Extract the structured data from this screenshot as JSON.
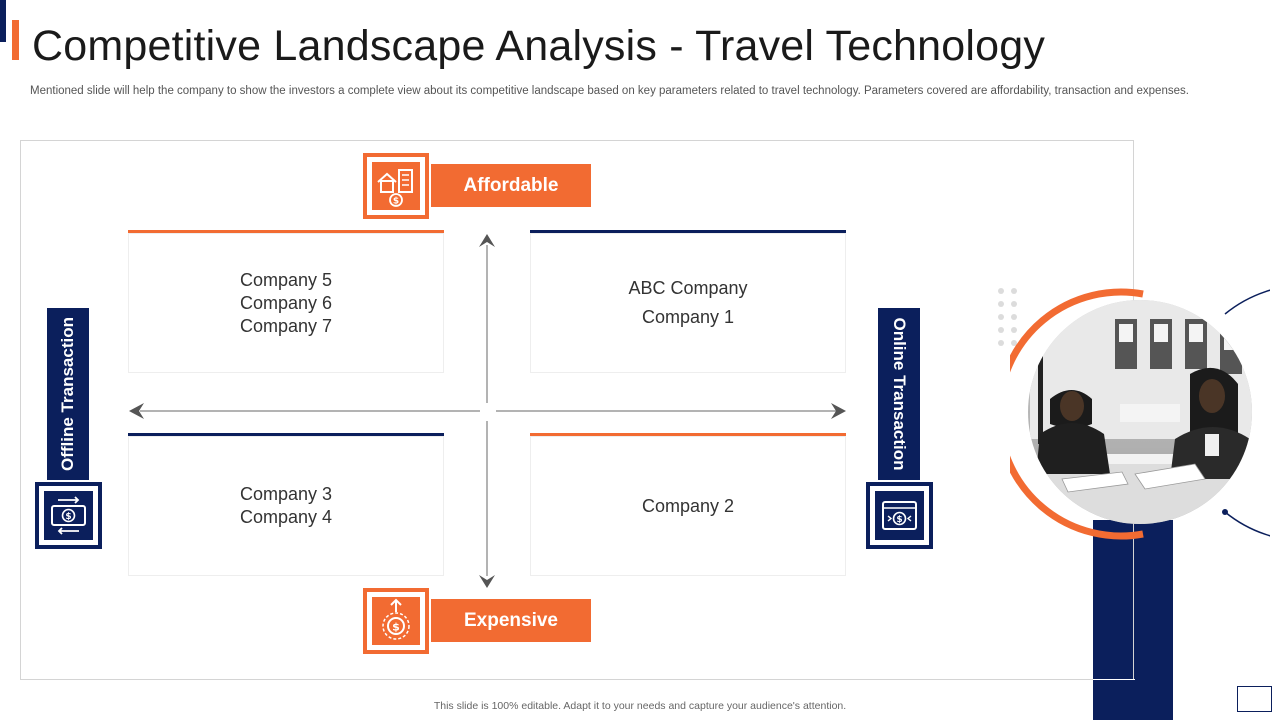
{
  "title": "Competitive Landscape Analysis - Travel Technology",
  "subtitle": "Mentioned slide will help the company to  show the investors a complete view about its competitive landscape based on key parameters related to travel technology. Parameters covered are affordability, transaction and expenses.",
  "axes": {
    "top": "Affordable",
    "bottom": "Expensive",
    "left": "Offline Transaction",
    "right": "Online Transaction"
  },
  "quadrants": {
    "top_left": [
      "Company 5",
      "Company 6",
      "Company 7"
    ],
    "top_right": [
      "ABC Company",
      "Company 1"
    ],
    "bottom_left": [
      "Company 3",
      "Company 4"
    ],
    "bottom_right": [
      "Company 2"
    ]
  },
  "icons": {
    "affordable": "house-building-dollar-icon",
    "expensive": "dollar-arrow-up-icon",
    "offline": "cash-exchange-icon",
    "online": "online-payment-icon"
  },
  "colors": {
    "orange": "#f26b32",
    "navy": "#0b1f5c"
  },
  "footer": "This slide is 100% editable. Adapt it to your needs and capture your audience's attention."
}
